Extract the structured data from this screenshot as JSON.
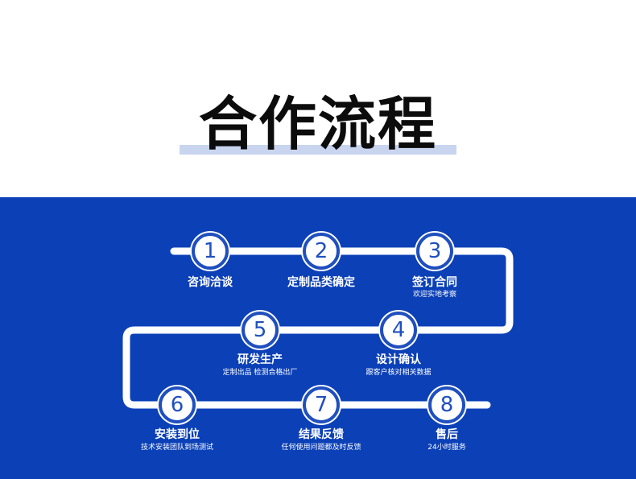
{
  "title": "合作流程",
  "colors": {
    "panel": "#0b40b7",
    "accent": "#1f4fbf",
    "underline": "#c9d5ef",
    "line": "#ffffff"
  },
  "steps": [
    {
      "num": "1",
      "label": "咨询洽谈",
      "sub": ""
    },
    {
      "num": "2",
      "label": "定制品类确定",
      "sub": ""
    },
    {
      "num": "3",
      "label": "签订合同",
      "sub": "欢迎实地考察"
    },
    {
      "num": "4",
      "label": "设计确认",
      "sub": "跟客户核对相关数据"
    },
    {
      "num": "5",
      "label": "研发生产",
      "sub": "定制出品 检测合格出厂"
    },
    {
      "num": "6",
      "label": "安装到位",
      "sub": "技术安装团队到场测试"
    },
    {
      "num": "7",
      "label": "结果反馈",
      "sub": "任何使用问题都及时反馈"
    },
    {
      "num": "8",
      "label": "售后",
      "sub": "24小时服务"
    }
  ]
}
